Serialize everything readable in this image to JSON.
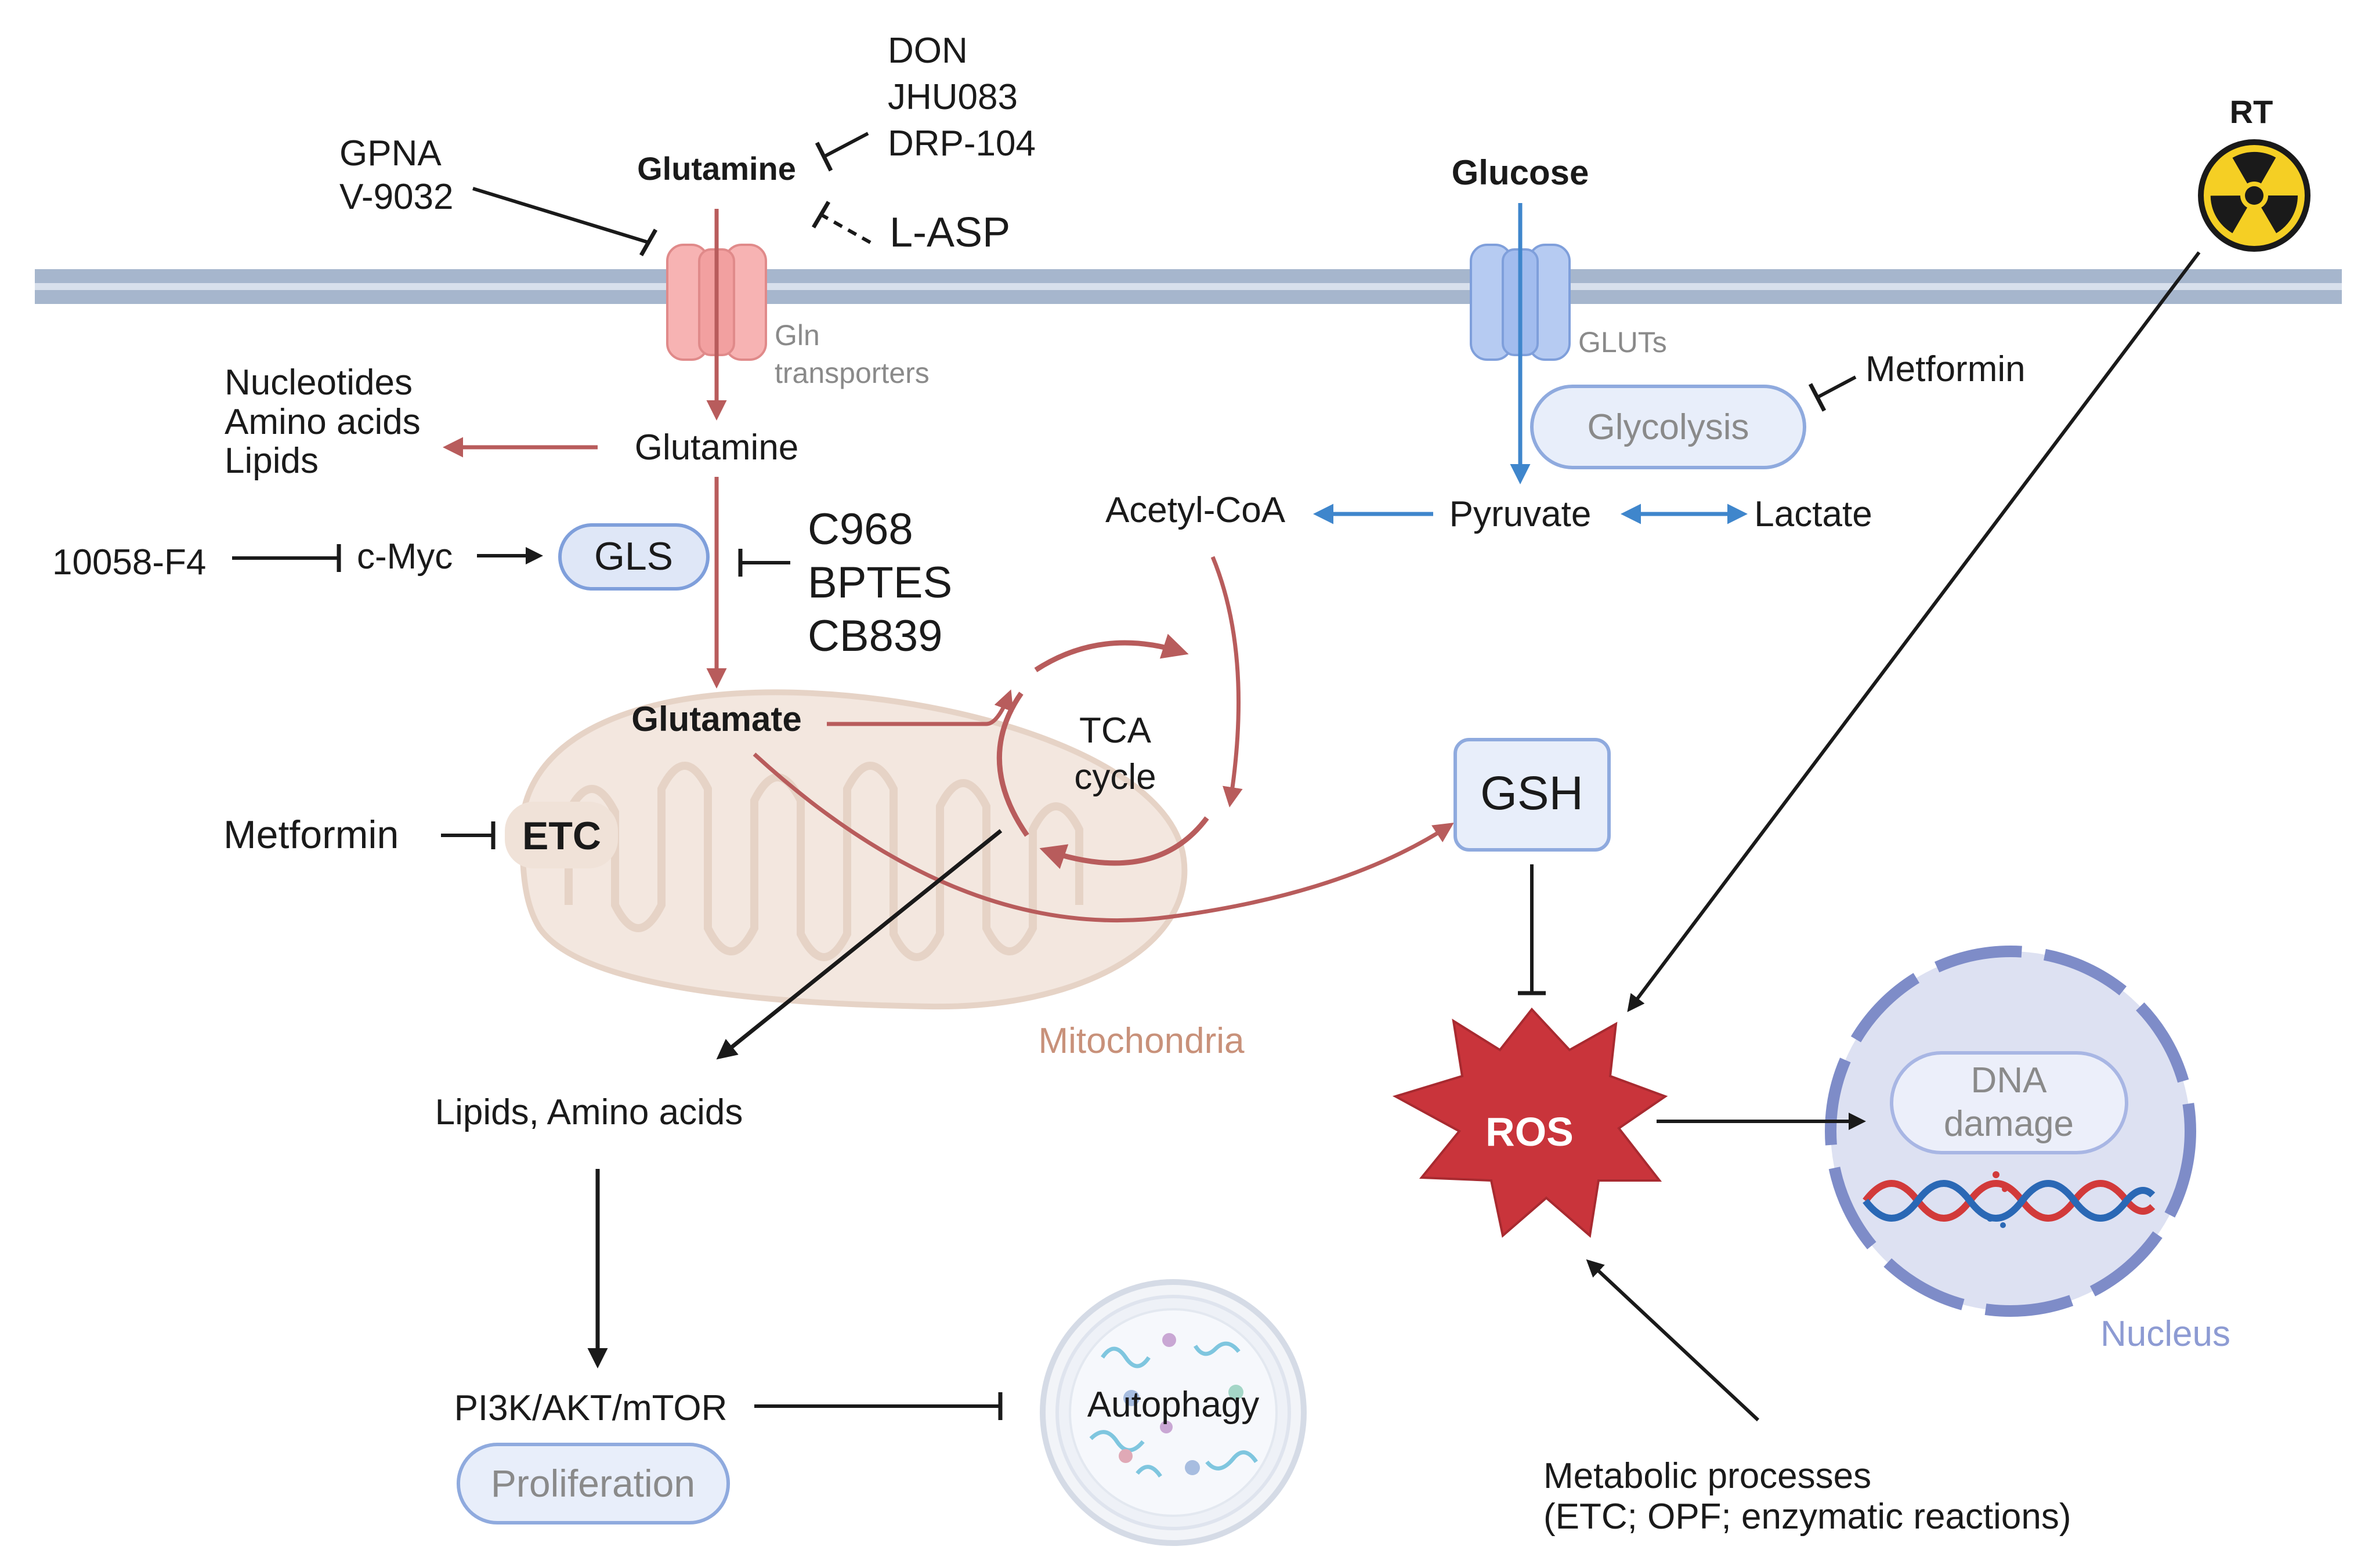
{
  "membrane": {
    "glutamine_outside": "Glutamine",
    "glucose_outside": "Glucose",
    "gln_transporter_label_1": "Gln",
    "gln_transporter_label_2": "transporters",
    "glut_label": "GLUTs",
    "rt_label": "RT"
  },
  "inhibitors": {
    "transporter_1": "GPNA",
    "transporter_2": "V-9032",
    "glutamine_1": "DON",
    "glutamine_2": "JHU083",
    "glutamine_3": "DRP-104",
    "lasp": "L-ASP",
    "myc_inhibitor": "10058-F4",
    "gls_1": "C968",
    "gls_2": "BPTES",
    "gls_3": "CB839",
    "metformin_glycolysis": "Metformin",
    "metformin_etc": "Metformin"
  },
  "nodes": {
    "biosynthesis_1": "Nucleotides",
    "biosynthesis_2": "Amino acids",
    "biosynthesis_3": "Lipids",
    "glutamine_inside": "Glutamine",
    "cmyc": "c-Myc",
    "gls": "GLS",
    "glutamate": "Glutamate",
    "tca_1": "TCA",
    "tca_2": "cycle",
    "etc": "ETC",
    "mitochondria": "Mitochondria",
    "glycolysis": "Glycolysis",
    "acetyl_coa": "Acetyl-CoA",
    "pyruvate": "Pyruvate",
    "lactate": "Lactate",
    "gsh": "GSH",
    "ros": "ROS",
    "dna_damage_1": "DNA",
    "dna_damage_2": "damage",
    "nucleus": "Nucleus",
    "lipids_amino": "Lipids, Amino acids",
    "pi3k": "PI3K/AKT/mTOR",
    "proliferation": "Proliferation",
    "autophagy": "Autophagy",
    "metabolic_1": "Metabolic processes",
    "metabolic_2": "(ETC; OPF; enzymatic reactions)"
  },
  "colors": {
    "membrane": "#9aacc6",
    "gln_path": "#b85c5c",
    "glc_path": "#3f86cc",
    "inhibitor": "#1a1a1a",
    "transporter_gln": "#f4a7a7",
    "transporter_glut": "#a9c1ee",
    "mito_fill": "#f0e4dc",
    "nucleus_fill": "#dfe3f3",
    "ros": "#c9343b",
    "rt_yellow": "#f5cf24"
  }
}
